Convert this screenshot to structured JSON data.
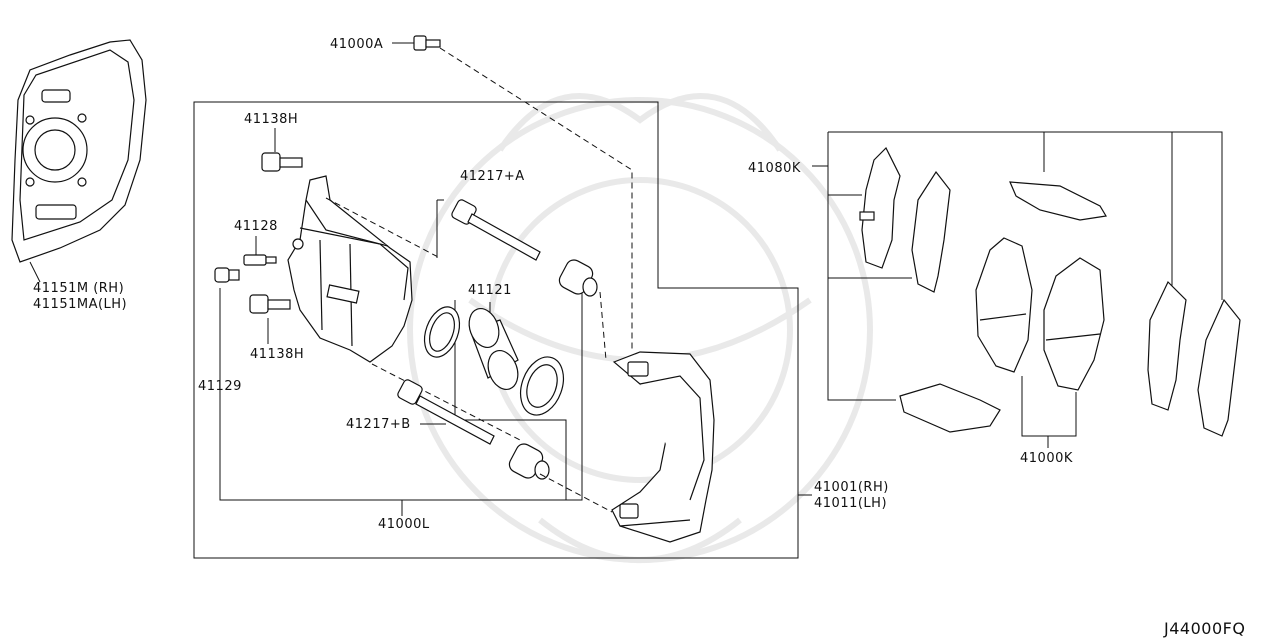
{
  "diagram_code": "J44000FQ",
  "callouts": {
    "c41000A": "41000A",
    "c41138H_top": "41138H",
    "c41128": "41128",
    "c41217A": "41217+A",
    "c41121": "41121",
    "c41129": "41129",
    "c41138H_bot": "41138H",
    "c41217B": "41217+B",
    "c41000L": "41000L",
    "c41001": "41001(RH)",
    "c41011": "41011(LH)",
    "c41151M": "41151M (RH)",
    "c41151MA": "41151MA(LH)",
    "c41080K": "41080K",
    "c41000K": "41000K"
  }
}
